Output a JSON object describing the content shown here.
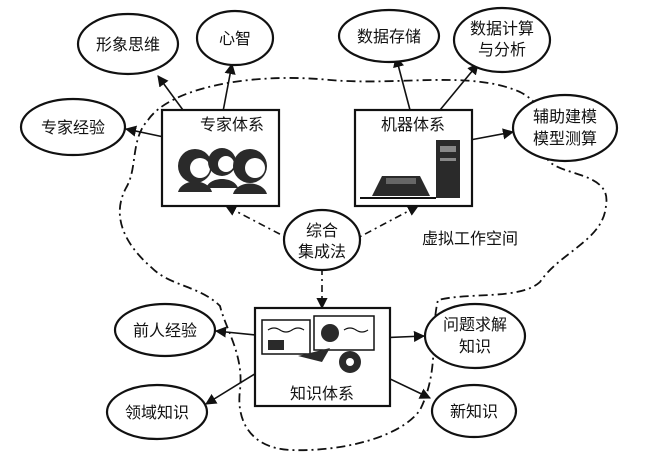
{
  "nodes": {
    "xingxiang": "形象思维",
    "xinzhi": "心智",
    "shujucunchu": "数据存储",
    "shujujisuan_line1": "数据计算",
    "shujujisuan_line2": "与分析",
    "zhuanjiajingyan": "专家经验",
    "fuzhu_line1": "辅助建模",
    "fuzhu_line2": "模型测算",
    "qianrenjingyan": "前人经验",
    "wenti_line1": "问题求解",
    "wenti_line2": "知识",
    "lingyuzhishi": "领域知识",
    "xinzhishi": "新知识"
  },
  "boxes": {
    "expert": "专家体系",
    "machine": "机器体系",
    "knowledge": "知识体系"
  },
  "center": {
    "line1": "综合",
    "line2": "集成法"
  },
  "space_label": "虚拟工作空间"
}
